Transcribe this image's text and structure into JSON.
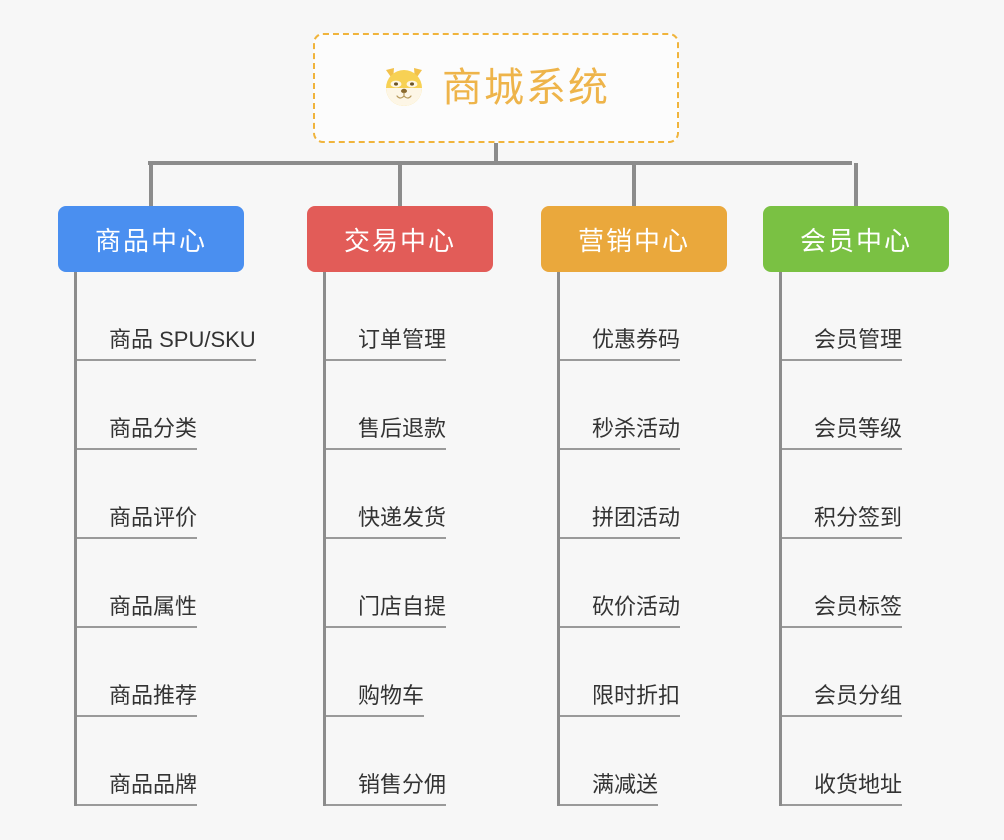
{
  "root": {
    "icon": "shiba-dog-face-emoji",
    "title": "商城系统",
    "border_color": "#f0b43c",
    "text_color": "#eeb44a",
    "background": "#fcfcfc"
  },
  "page": {
    "background": "#f7f7f7",
    "connector_color": "#8c8c8c",
    "leaf_text_color": "#333333",
    "leaf_underline_color": "#9a9a9a"
  },
  "branches": [
    {
      "label": "商品中心",
      "color": "#4a8ff0",
      "items": [
        "商品 SPU/SKU",
        "商品分类",
        "商品评价",
        "商品属性",
        "商品推荐",
        "商品品牌"
      ]
    },
    {
      "label": "交易中心",
      "color": "#e25c58",
      "items": [
        "订单管理",
        "售后退款",
        "快递发货",
        "门店自提",
        "购物车",
        "销售分佣"
      ]
    },
    {
      "label": "营销中心",
      "color": "#eaa83c",
      "items": [
        "优惠券码",
        "秒杀活动",
        "拼团活动",
        "砍价活动",
        "限时折扣",
        "满减送"
      ]
    },
    {
      "label": "会员中心",
      "color": "#7ac143",
      "items": [
        "会员管理",
        "会员等级",
        "积分签到",
        "会员标签",
        "会员分组",
        "收货地址"
      ]
    }
  ]
}
